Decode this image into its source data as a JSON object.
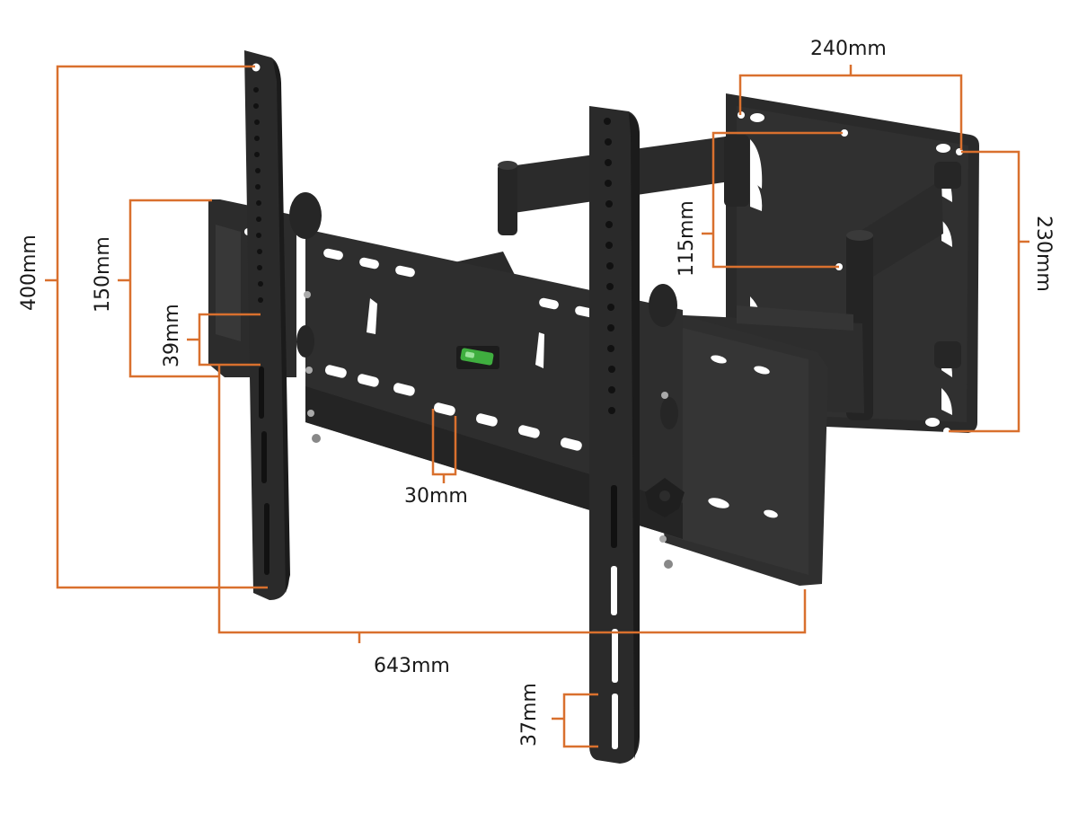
{
  "diagram": {
    "subject": "Full-motion TV wall mount bracket with dimensions",
    "colors": {
      "dimension_line": "#d9702e",
      "metal": "#2e2e2e",
      "metal_dark": "#1f1f1f",
      "metal_light": "#444444",
      "hole": "#ffffff",
      "bubble_level": "#3fae3f",
      "background": "#ffffff"
    },
    "dimensions": {
      "vertical_rail_span": "400mm",
      "arm_plate_height": "150mm",
      "rail_hole_pitch": "39mm",
      "slot_width": "30mm",
      "overall_width": "643mm",
      "rail_slot_height": "37mm",
      "wall_plate_hole_width": "240mm",
      "wall_plate_hole_height": "230mm",
      "wall_plate_inner_hole_spacing": "115mm"
    }
  }
}
